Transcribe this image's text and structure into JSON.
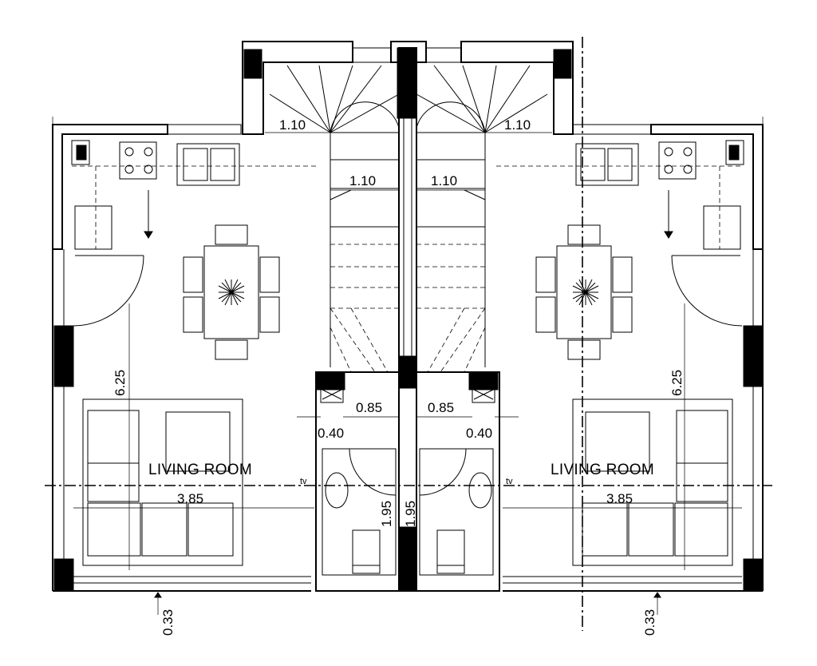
{
  "labels": {
    "stair_width_top_left": "1.10",
    "stair_width_top_right": "1.10",
    "stair_width_mid_left": "1.10",
    "stair_width_mid_right": "1.10",
    "wc_width_left": "0.85",
    "wc_width_right": "0.85",
    "wc_offset_left": "0.40",
    "wc_offset_right": "0.40",
    "wc_depth_left": "1.95",
    "wc_depth_right": "1.95",
    "room_depth_left": "6.25",
    "room_depth_right": "6.25",
    "room_width_left": "3.85",
    "room_width_right": "3.85",
    "wall_offset_left": "0.33",
    "wall_offset_right": "0.33",
    "room_name_left": "LIVING ROOM",
    "room_name_right": "LIVING ROOM",
    "tv_left": "tv",
    "tv_right": "tv"
  }
}
